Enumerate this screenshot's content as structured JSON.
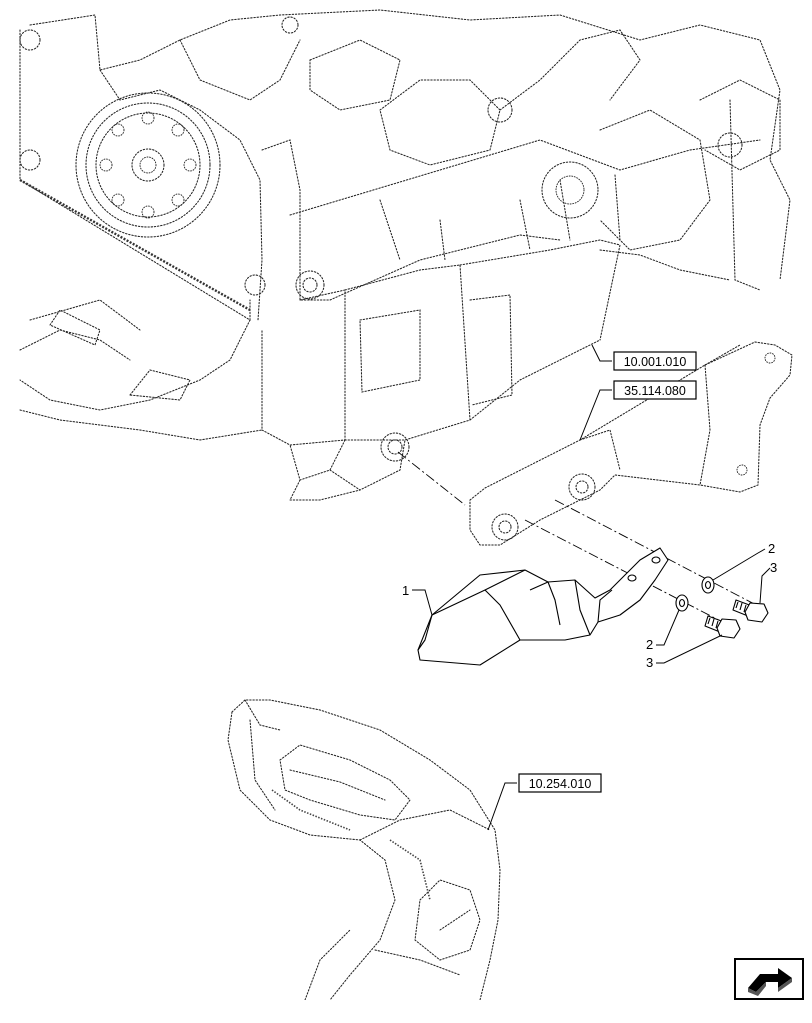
{
  "references": [
    {
      "id": "ref-10-001-010",
      "label": "10.001.010"
    },
    {
      "id": "ref-35-114-080",
      "label": "35.114.080"
    },
    {
      "id": "ref-10-254-010",
      "label": "10.254.010"
    }
  ],
  "callouts": [
    {
      "id": "callout-1",
      "label": "1"
    },
    {
      "id": "callout-2a",
      "label": "2"
    },
    {
      "id": "callout-3a",
      "label": "3"
    },
    {
      "id": "callout-2b",
      "label": "2"
    },
    {
      "id": "callout-3b",
      "label": "3"
    }
  ],
  "nav_icon": {
    "name": "next-page-arrow-icon"
  }
}
